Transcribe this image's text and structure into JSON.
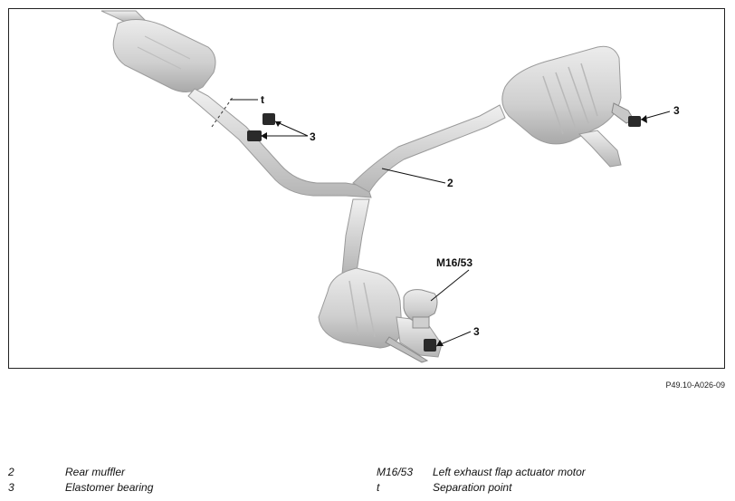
{
  "figure_id": "P49.10-A026-09",
  "callouts": {
    "t": "t",
    "three_a": "3",
    "three_b": "3",
    "three_c": "3",
    "two": "2",
    "m16": "M16/53"
  },
  "legend": [
    {
      "code": "2",
      "text": "Rear muffler"
    },
    {
      "code": "3",
      "text": "Elastomer bearing"
    },
    {
      "code": "M16/53",
      "text": "Left exhaust flap actuator motor"
    },
    {
      "code": "t",
      "text": "Separation point"
    }
  ],
  "colors": {
    "pipe_fill": "#d9d9d9",
    "pipe_edge": "#9a9a9a",
    "bearing": "#2a2a2a"
  }
}
